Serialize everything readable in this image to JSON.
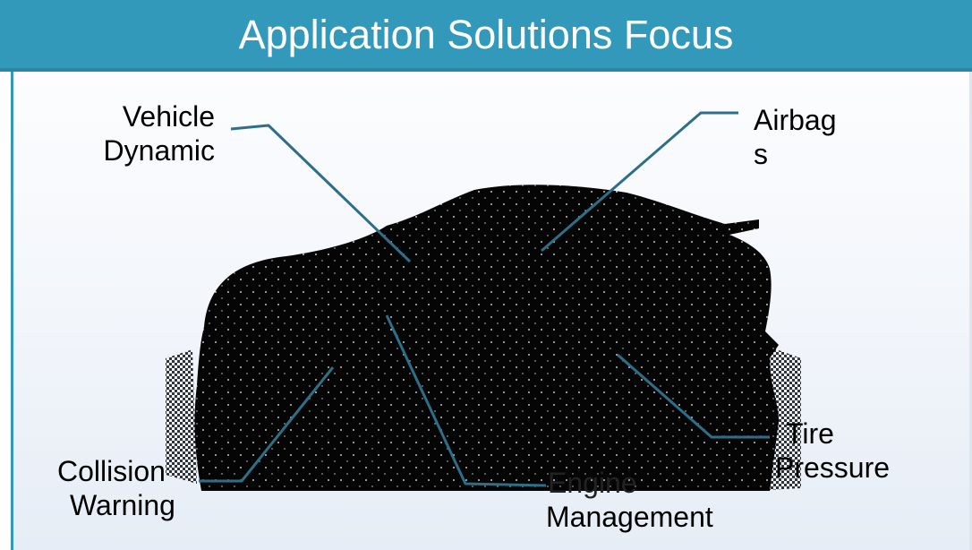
{
  "slide": {
    "title": "Application Solutions Focus"
  },
  "labels": {
    "vehicle_dynamic": [
      "Vehicle",
      "Dynamic"
    ],
    "airbags": [
      "Airbag",
      "s"
    ],
    "collision_warning": [
      "Collision",
      "Warning"
    ],
    "engine_management": [
      "Engine",
      "Management"
    ],
    "tire_pressure": [
      "Tire",
      "Pressure"
    ]
  },
  "colors": {
    "title_bar": "#3399bb",
    "leader_line": "#2d6f88",
    "car_silhouette": "#050505"
  },
  "icons": {
    "car": "car-silhouette"
  }
}
